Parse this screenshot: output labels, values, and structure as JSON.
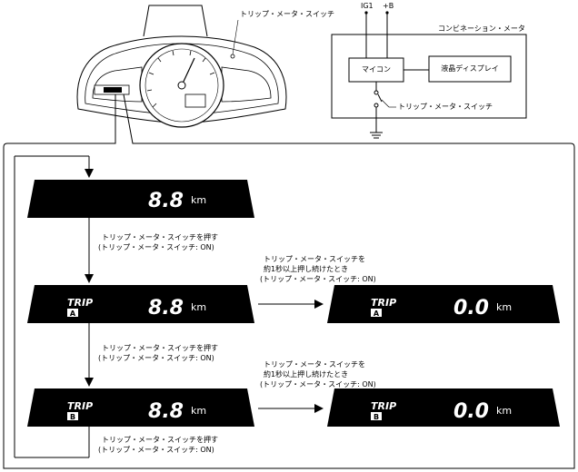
{
  "top": {
    "switch_callout": "トリップ・メータ・スイッチ",
    "ig1": "IG1",
    "plus_b": "+B",
    "combination_meter": "コンビネーション・メータ",
    "microcomputer": "マイコン",
    "lcd": "液晶ディスプレイ",
    "circuit_switch": "トリップ・メータ・スイッチ"
  },
  "displays": {
    "odo_value": "8.8",
    "trip_value": "8.8",
    "reset_value": "0.0",
    "unit": "km",
    "trip_label": "TRIP",
    "trip_a": "A",
    "trip_b": "B"
  },
  "notes": {
    "press_1_l1": "トリップ・メータ・スイッチを押す",
    "press_1_l2": "(トリップ・メータ・スイッチ: ON)",
    "hold_a_l1": "トリップ・メータ・スイッチを",
    "hold_a_l2": "約1秒以上押し続けたとき",
    "hold_a_l3": "(トリップ・メータ・スイッチ: ON)",
    "press_2_l1": "トリップ・メータ・スイッチを押す",
    "press_2_l2": "(トリップ・メータ・スイッチ: ON)",
    "hold_b_l1": "トリップ・メータ・スイッチを",
    "hold_b_l2": "約1秒以上押し続けたとき",
    "hold_b_l3": "(トリップ・メータ・スイッチ: ON)",
    "press_3_l1": "トリップ・メータ・スイッチを押す",
    "press_3_l2": "(トリップ・メータ・スイッチ: ON)"
  }
}
